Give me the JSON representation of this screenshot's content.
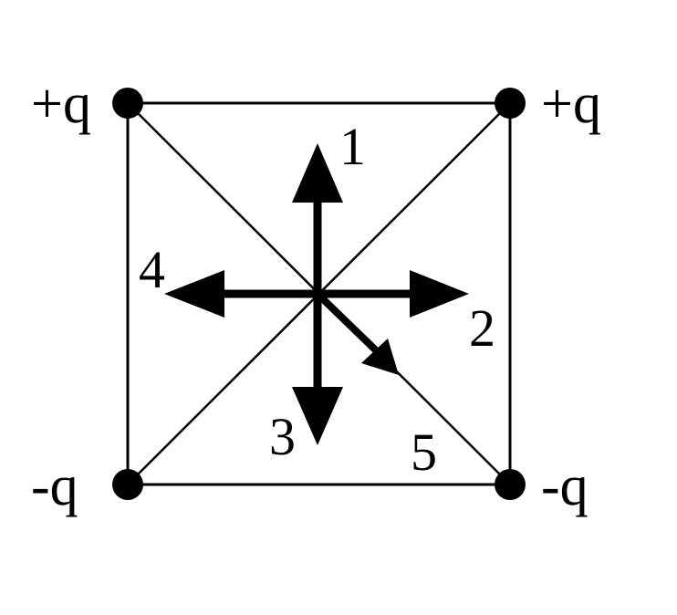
{
  "charges": {
    "top_left": "+q",
    "top_right": "+q",
    "bottom_left": "-q",
    "bottom_right": "-q"
  },
  "arrows": {
    "up": "1",
    "right": "2",
    "down": "3",
    "left": "4",
    "diagonal": "5"
  },
  "colors": {
    "ink": "#000000",
    "background": "#ffffff"
  }
}
